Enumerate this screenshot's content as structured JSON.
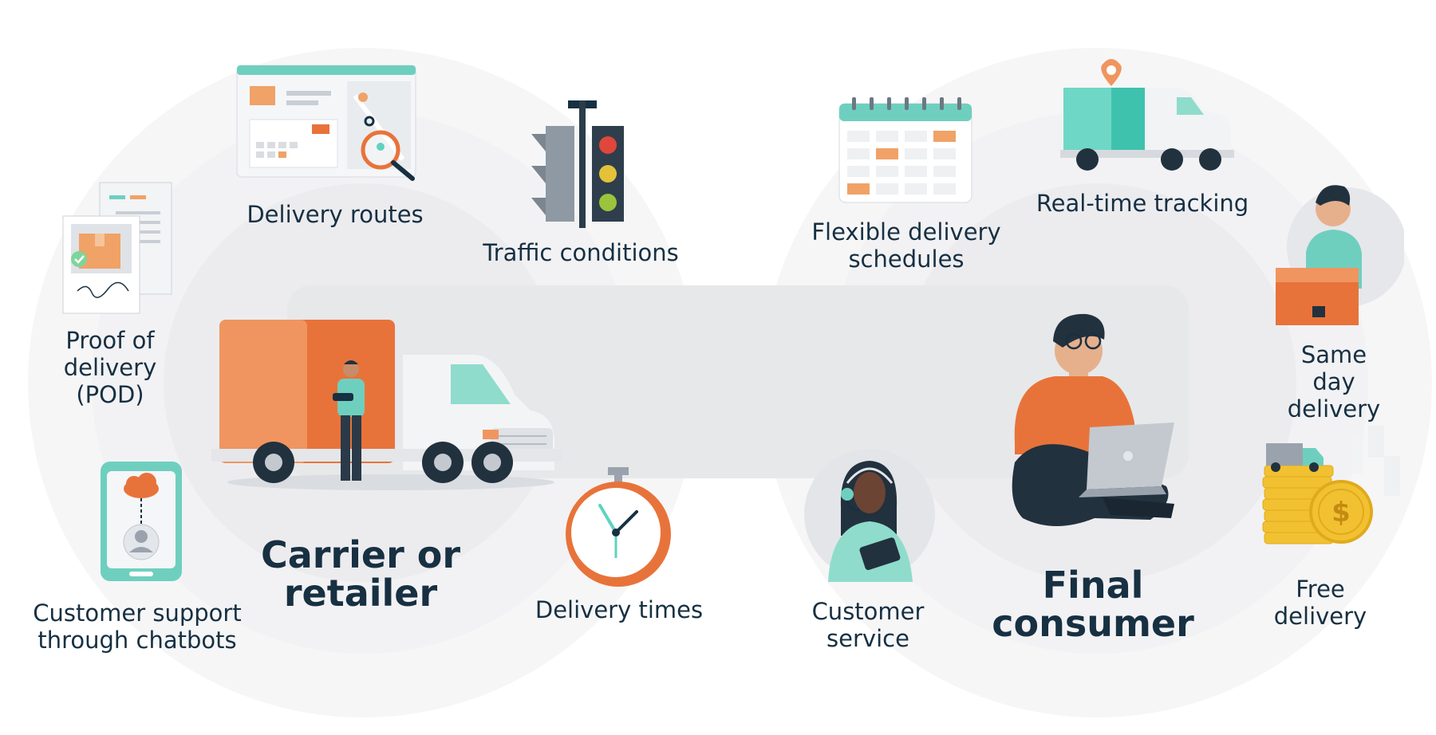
{
  "main": {
    "carrier_title": "Carrier or\nretailer",
    "consumer_title": "Final\nconsumer"
  },
  "items": {
    "delivery_routes": "Delivery routes",
    "traffic_conditions": "Traffic conditions",
    "proof_of_delivery": "Proof of\ndelivery\n(POD)",
    "customer_support": "Customer support\nthrough chatbots",
    "delivery_times": "Delivery times",
    "flexible_schedules": "Flexible delivery\nschedules",
    "realtime_tracking": "Real-time tracking",
    "same_day": "Same day\ndelivery",
    "customer_service": "Customer\nservice",
    "free_delivery": "Free delivery"
  },
  "colors": {
    "text": "#173042",
    "orange": "#e8733a",
    "teal": "#5fd3bf",
    "light_gray": "#eeeff1",
    "gold": "#f2c131"
  }
}
